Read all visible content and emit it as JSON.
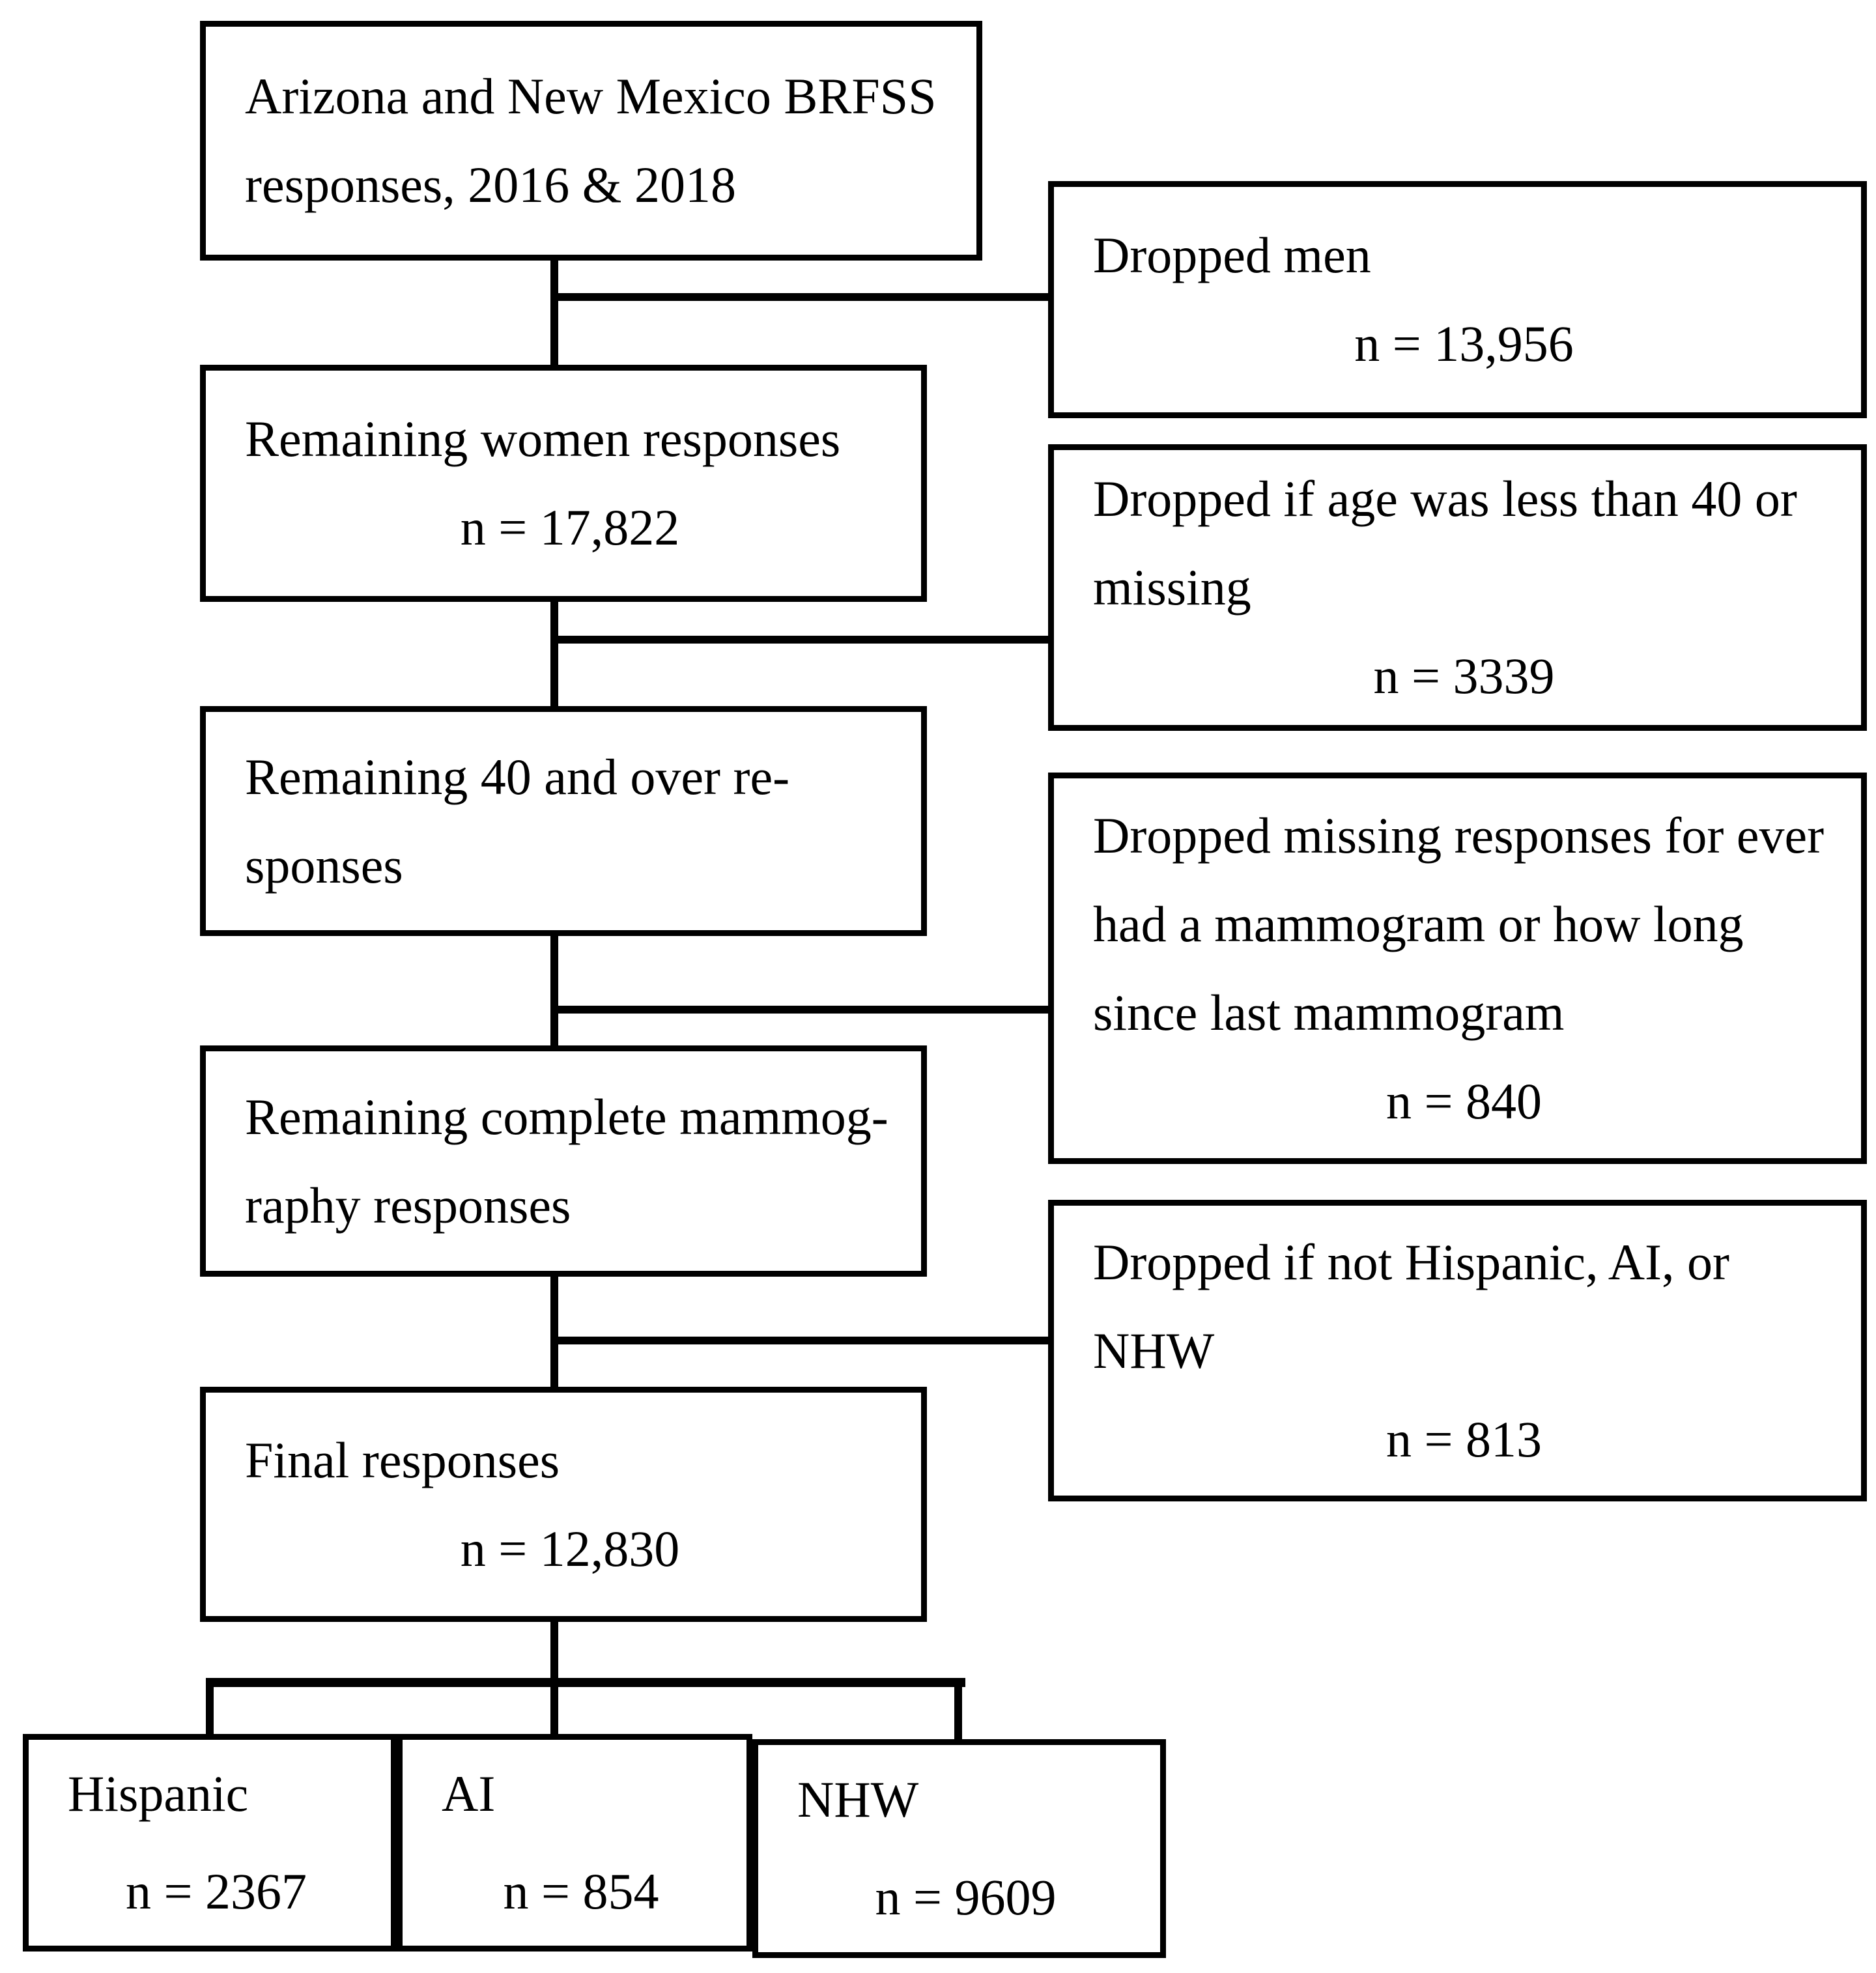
{
  "colors": {
    "ink": "#000000",
    "paper": "#ffffff"
  },
  "flowchart": {
    "main": {
      "source": {
        "lines": [
          "Arizona and New Mexico BRFSS",
          "responses, 2016 & 2018"
        ]
      },
      "women": {
        "lines": [
          "Remaining women responses"
        ],
        "n": "n = 17,822"
      },
      "over40": {
        "lines": [
          "Remaining 40 and over re-",
          "sponses"
        ]
      },
      "mammography": {
        "lines": [
          "Remaining complete mammog-",
          "raphy responses"
        ]
      },
      "final": {
        "lines": [
          "Final responses"
        ],
        "n": "n = 12,830"
      }
    },
    "dropped": {
      "men": {
        "lines": [
          "Dropped men"
        ],
        "n": "n = 13,956"
      },
      "age": {
        "lines": [
          "Dropped if age was less than 40 or",
          "missing"
        ],
        "n": "n = 3339"
      },
      "mammogram": {
        "lines": [
          "Dropped missing responses for ever",
          "had a mammogram or how long",
          "since last mammogram"
        ],
        "n": "n = 840"
      },
      "race": {
        "lines": [
          "Dropped if not Hispanic, AI, or",
          "NHW"
        ],
        "n": "n = 813"
      }
    },
    "groups": {
      "hispanic": {
        "label": "Hispanic",
        "n": "n = 2367"
      },
      "ai": {
        "label": "AI",
        "n": "n = 854"
      },
      "nhw": {
        "label": "NHW",
        "n": "n = 9609"
      }
    }
  }
}
